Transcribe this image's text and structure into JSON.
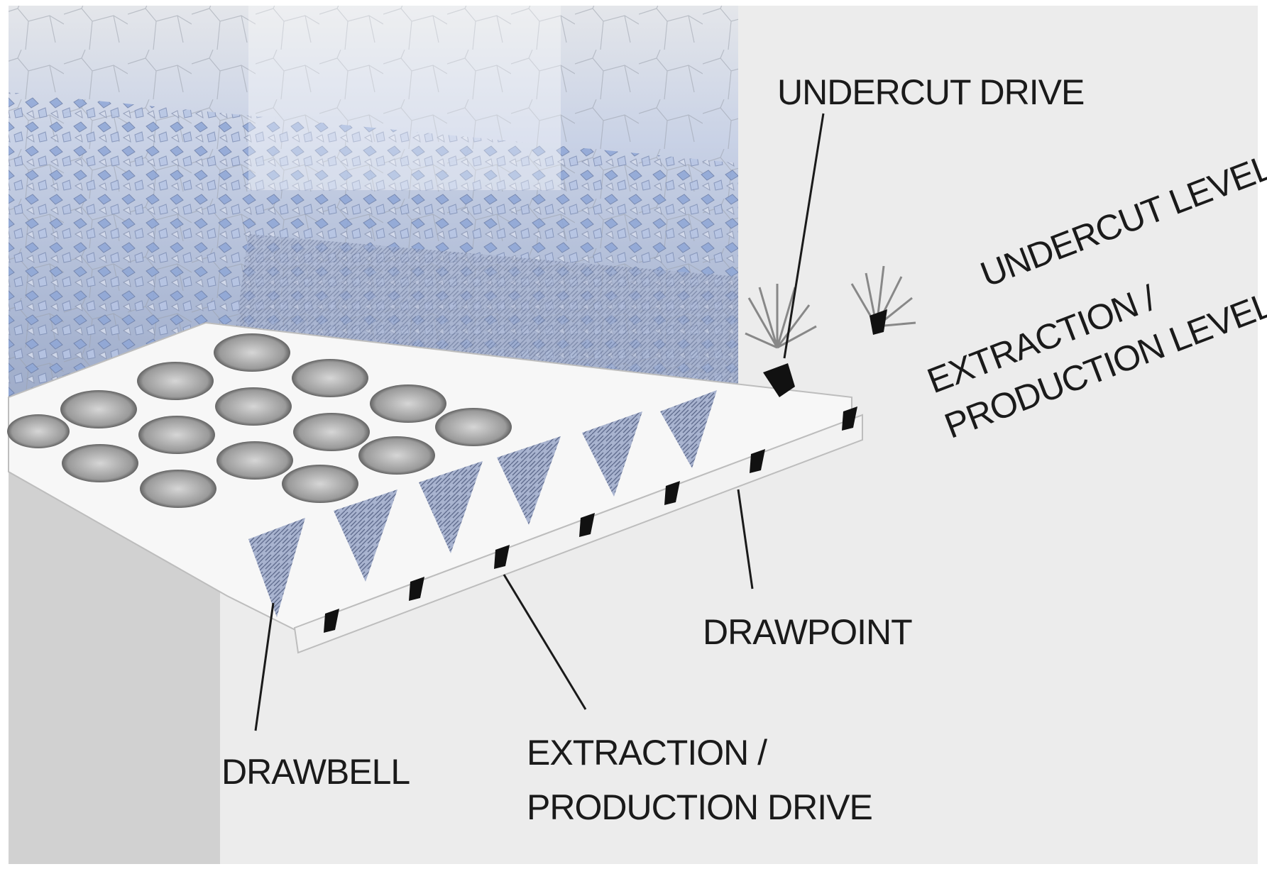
{
  "labels": {
    "undercut_drive": "UNDERCUT DRIVE",
    "undercut_level": "UNDERCUT LEVEL",
    "extraction_level_line1": "EXTRACTION /",
    "extraction_level_line2": "PRODUCTION LEVEL",
    "drawpoint": "DRAWPOINT",
    "drawbell": "DRAWBELL",
    "extraction_drive_line1": "EXTRACTION /",
    "extraction_drive_line2": "PRODUCTION DRIVE"
  },
  "colors": {
    "background": "#ffffff",
    "panel": "#ececec",
    "block_face": "#e0e0e0",
    "ore_blue": "#8ea6d6",
    "ore_light": "#c9d4ea",
    "line": "#1a1a1a"
  }
}
